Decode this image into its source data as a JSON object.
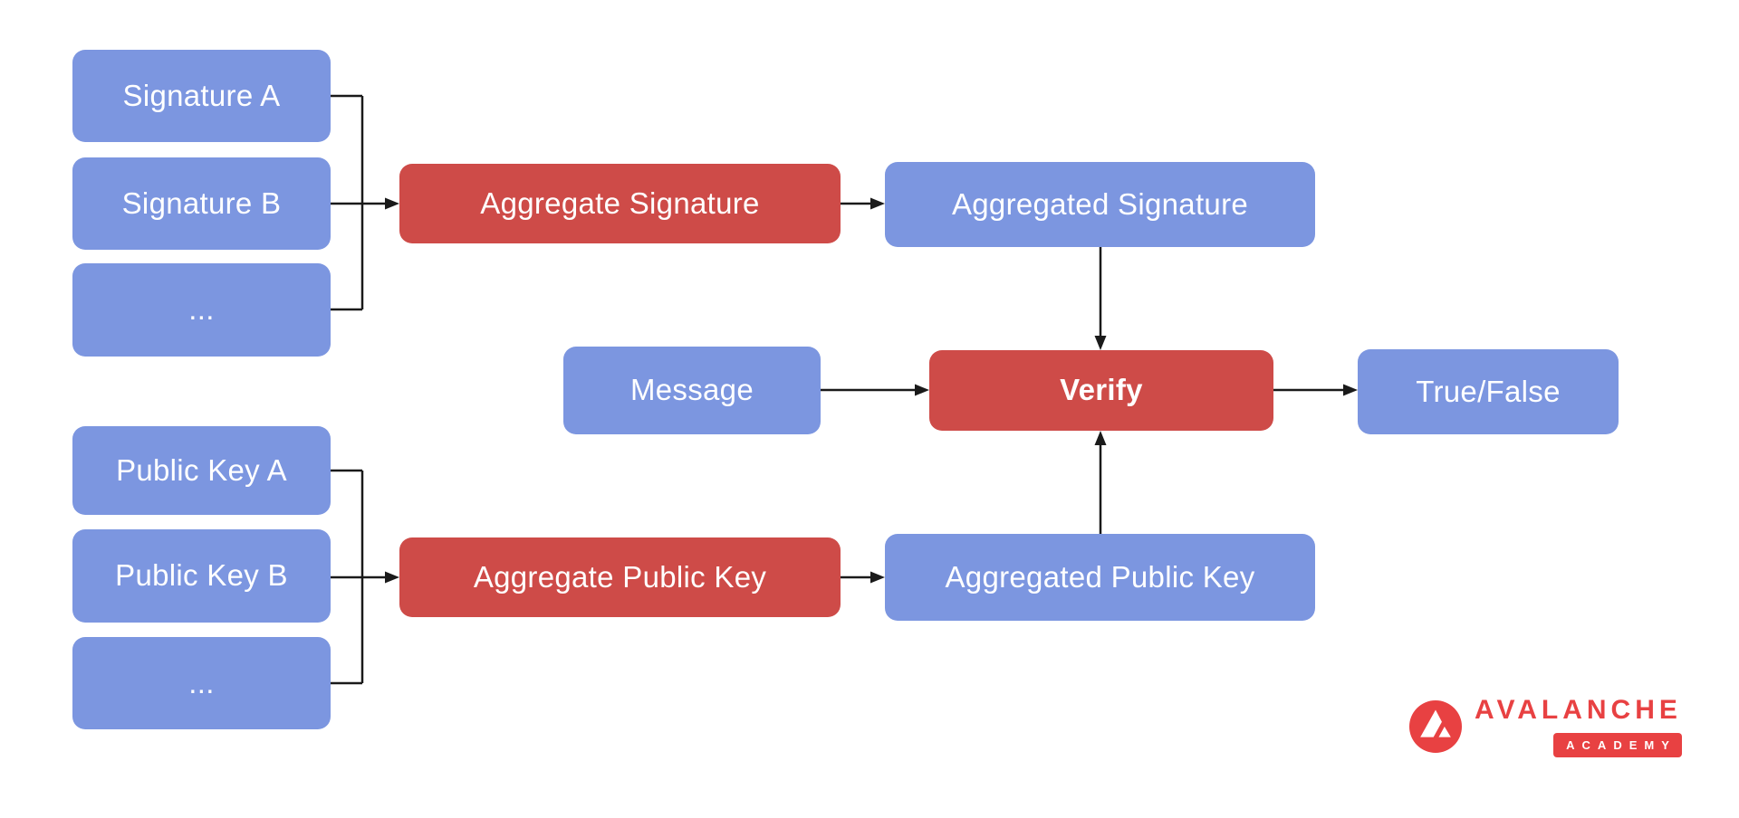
{
  "nodes": {
    "signature_a": "Signature A",
    "signature_b": "Signature B",
    "signature_more": "...",
    "aggregate_signature": "Aggregate Signature",
    "aggregated_signature": "Aggregated Signature",
    "message": "Message",
    "verify": "Verify",
    "result": "True/False",
    "public_key_a": "Public Key A",
    "public_key_b": "Public Key B",
    "public_key_more": "...",
    "aggregate_public_key": "Aggregate Public Key",
    "aggregated_public_key": "Aggregated Public Key"
  },
  "branding": {
    "title": "AVALANCHE",
    "subtitle": "ACADEMY"
  },
  "colors": {
    "blue": "#7C96E0",
    "red": "#CE4B48",
    "brand_red": "#E84142"
  }
}
